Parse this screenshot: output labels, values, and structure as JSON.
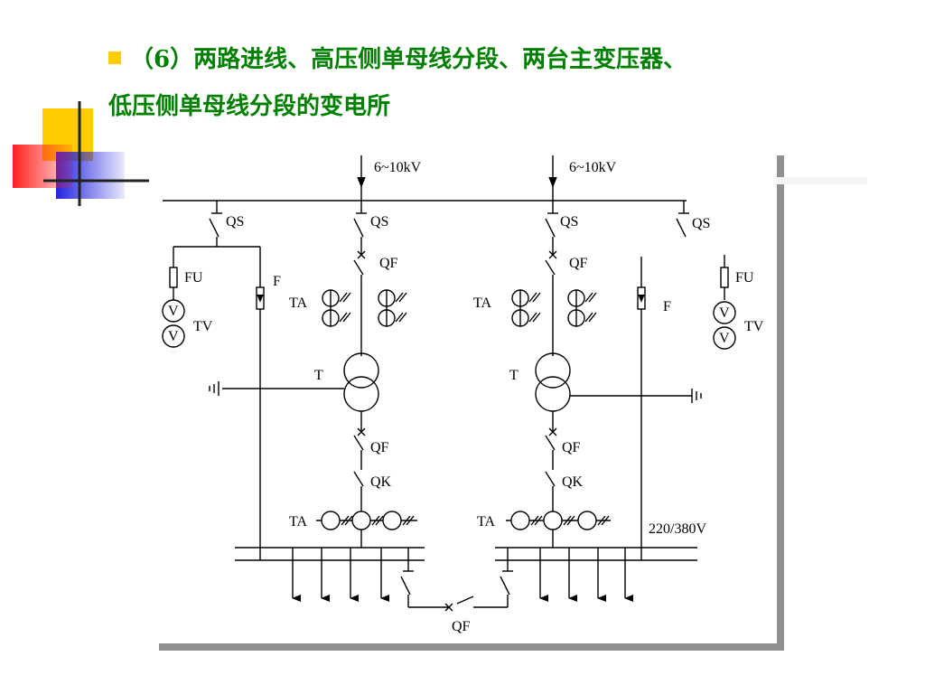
{
  "slide": {
    "title_line1": "（6）两路进线、高压侧单母线分段、两台主变压器、",
    "title_line2": "低压侧单母线分段的变电所",
    "title_color": "#008000",
    "bullet_color": "#ffcc00"
  },
  "diagram": {
    "incoming_left": "6~10kV",
    "incoming_right": "6~10kV",
    "qs_1": "QS",
    "qs_2": "QS",
    "qs_3": "QS",
    "qs_4": "QS",
    "fu_left": "FU",
    "fu_right": "FU",
    "tv_left": "TV",
    "tv_right": "TV",
    "v_1": "V",
    "v_2": "V",
    "v_3": "V",
    "v_4": "V",
    "f_left": "F",
    "f_right": "F",
    "qf_hv_left": "QF",
    "qf_hv_right": "QF",
    "ta_hv_left": "TA",
    "ta_hv_right": "TA",
    "t_left": "T",
    "t_right": "T",
    "qf_lv_left": "QF",
    "qf_lv_right": "QF",
    "qk_left": "QK",
    "qk_right": "QK",
    "ta_lv_left": "TA",
    "ta_lv_right": "TA",
    "lv_voltage": "220/380V",
    "qf_tie": "QF"
  }
}
